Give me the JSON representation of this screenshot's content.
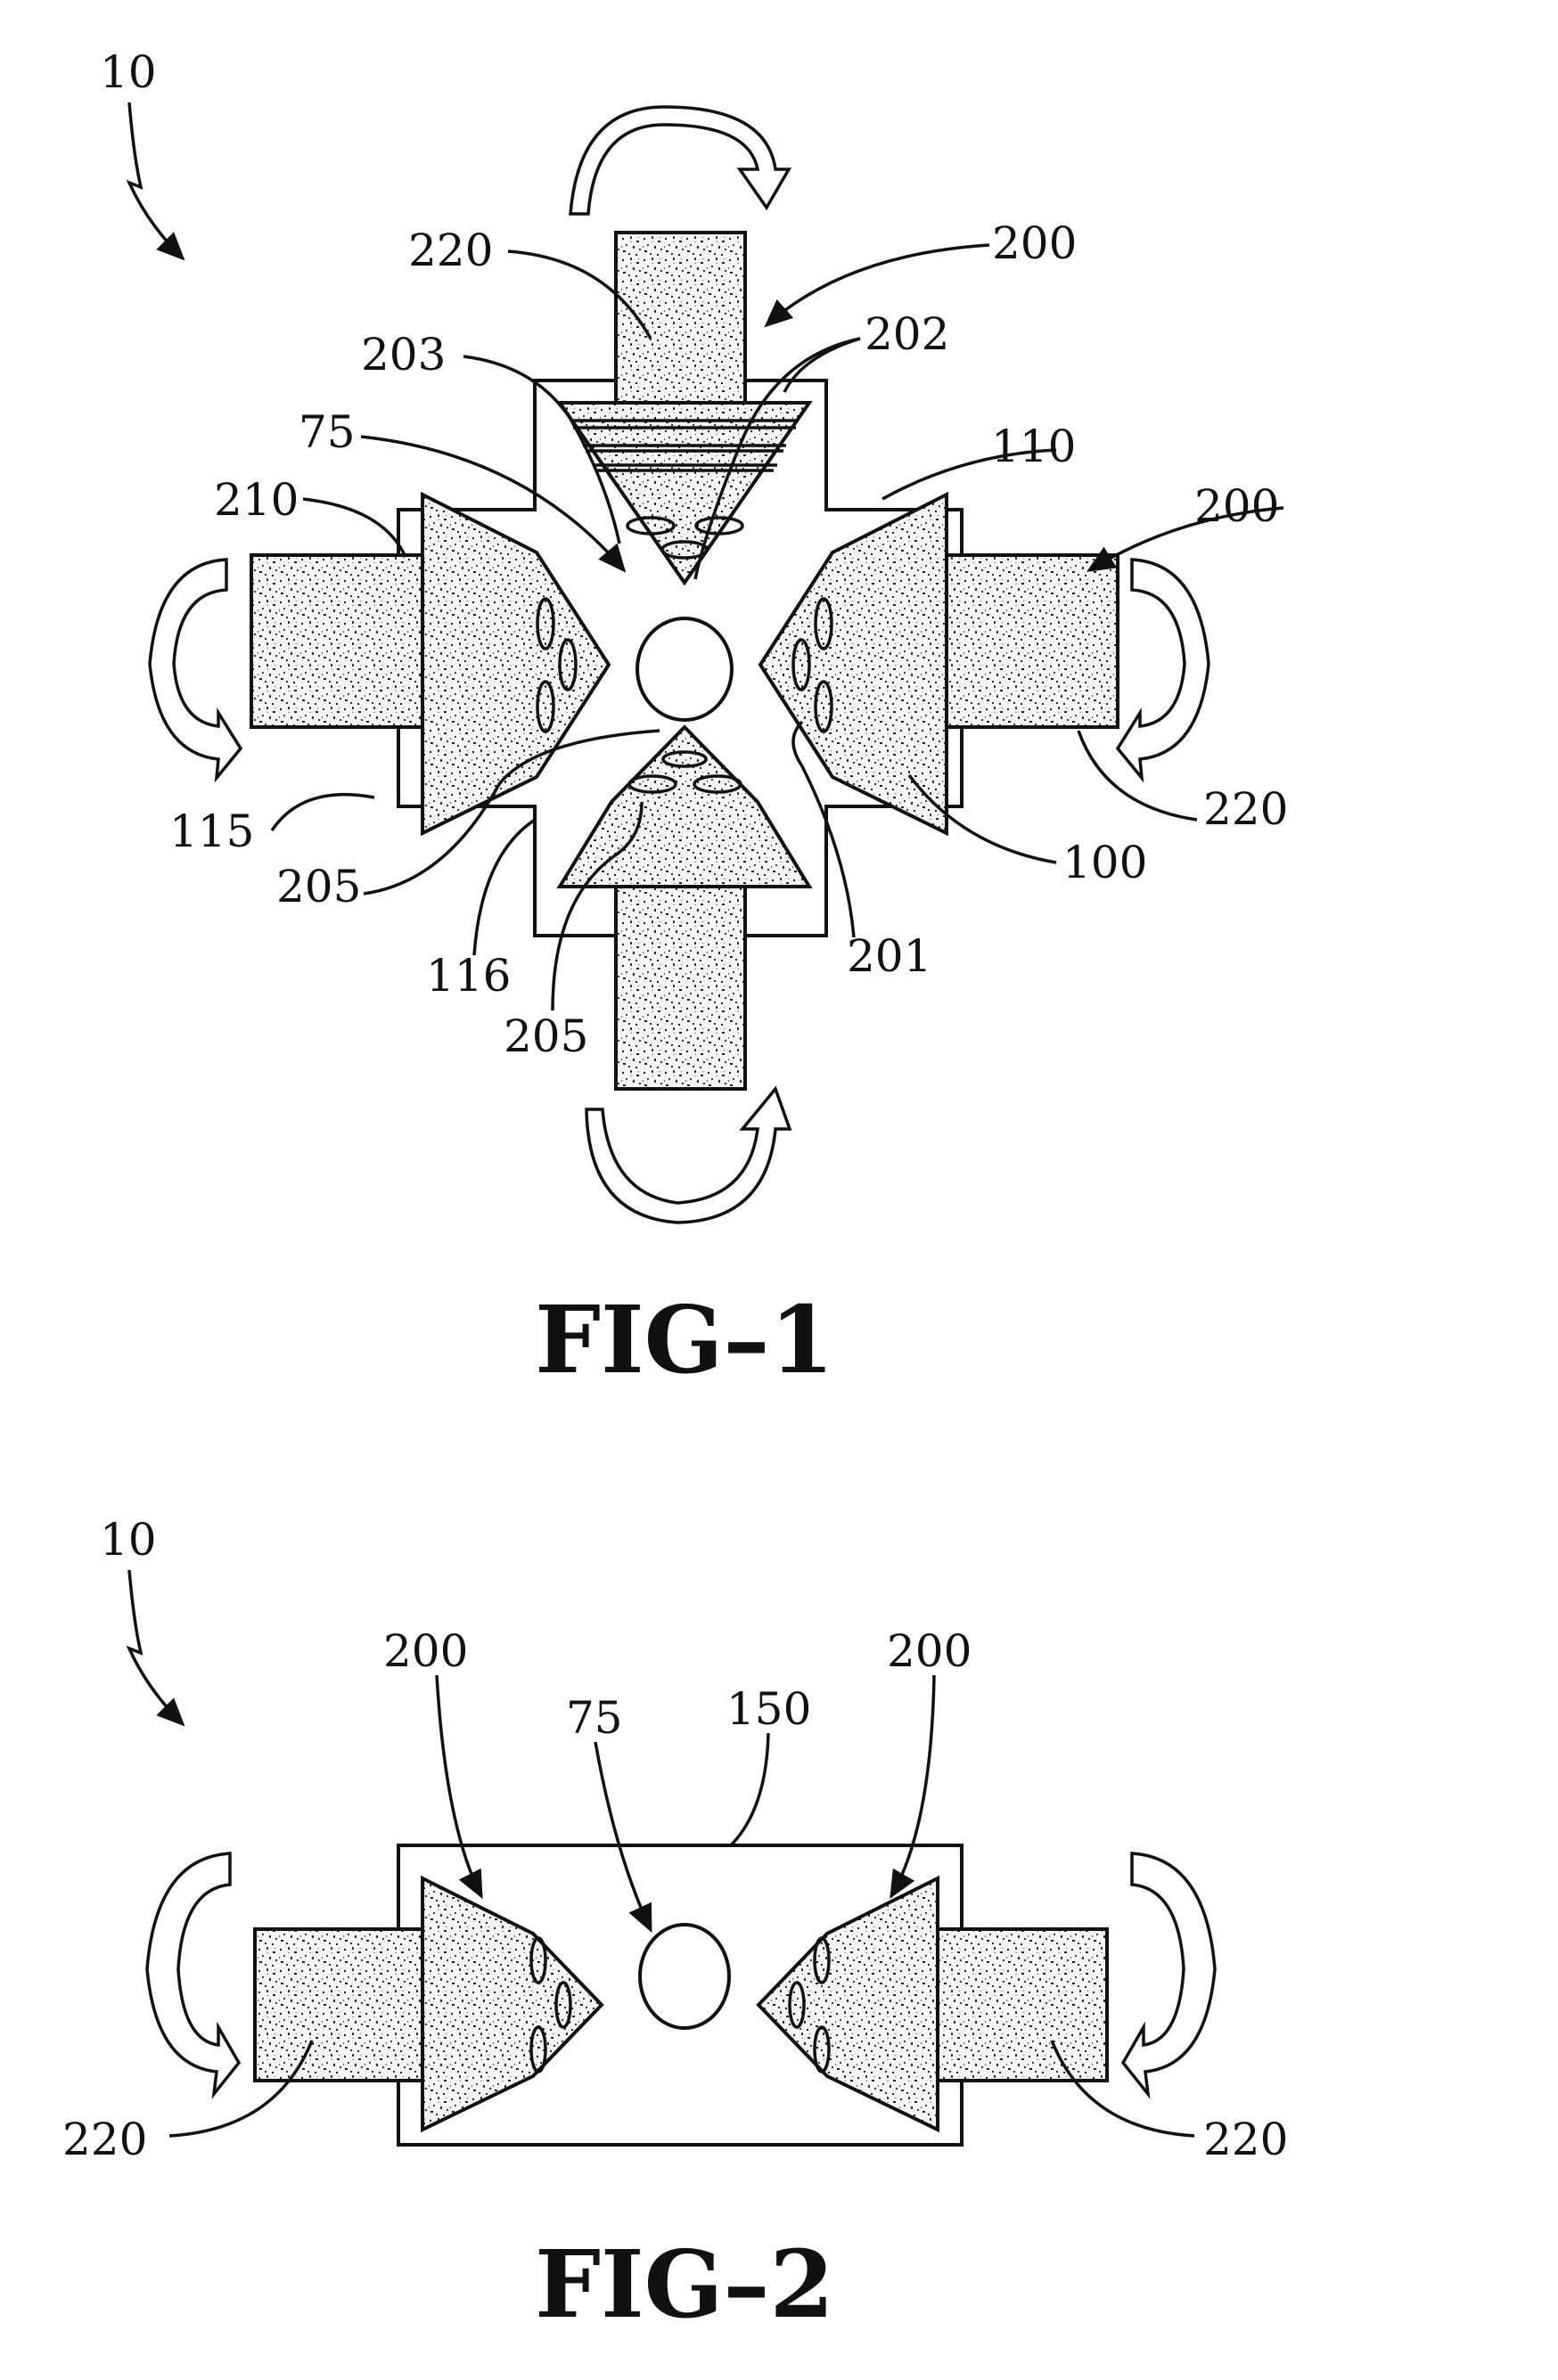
{
  "figures": [
    {
      "id": "fig1",
      "caption": "FIG–1",
      "assembly_label": "10",
      "labels": {
        "top_shaft": "220",
        "top_die": "200",
        "top_layers_left": "203",
        "top_layers_right": "202",
        "workpiece": "75",
        "cavity": "110",
        "left_die_face": "210",
        "right_die": "200",
        "right_shaft": "220",
        "housing": "100",
        "face_201": "201",
        "housing_wall_115": "115",
        "housing_wall_116": "116",
        "pores_205_a": "205",
        "pores_205_b": "205"
      }
    },
    {
      "id": "fig2",
      "caption": "FIG–2",
      "assembly_label": "10",
      "labels": {
        "left_die": "200",
        "right_die": "200",
        "workpiece": "75",
        "housing": "150",
        "left_shaft": "220",
        "right_shaft": "220"
      }
    }
  ]
}
